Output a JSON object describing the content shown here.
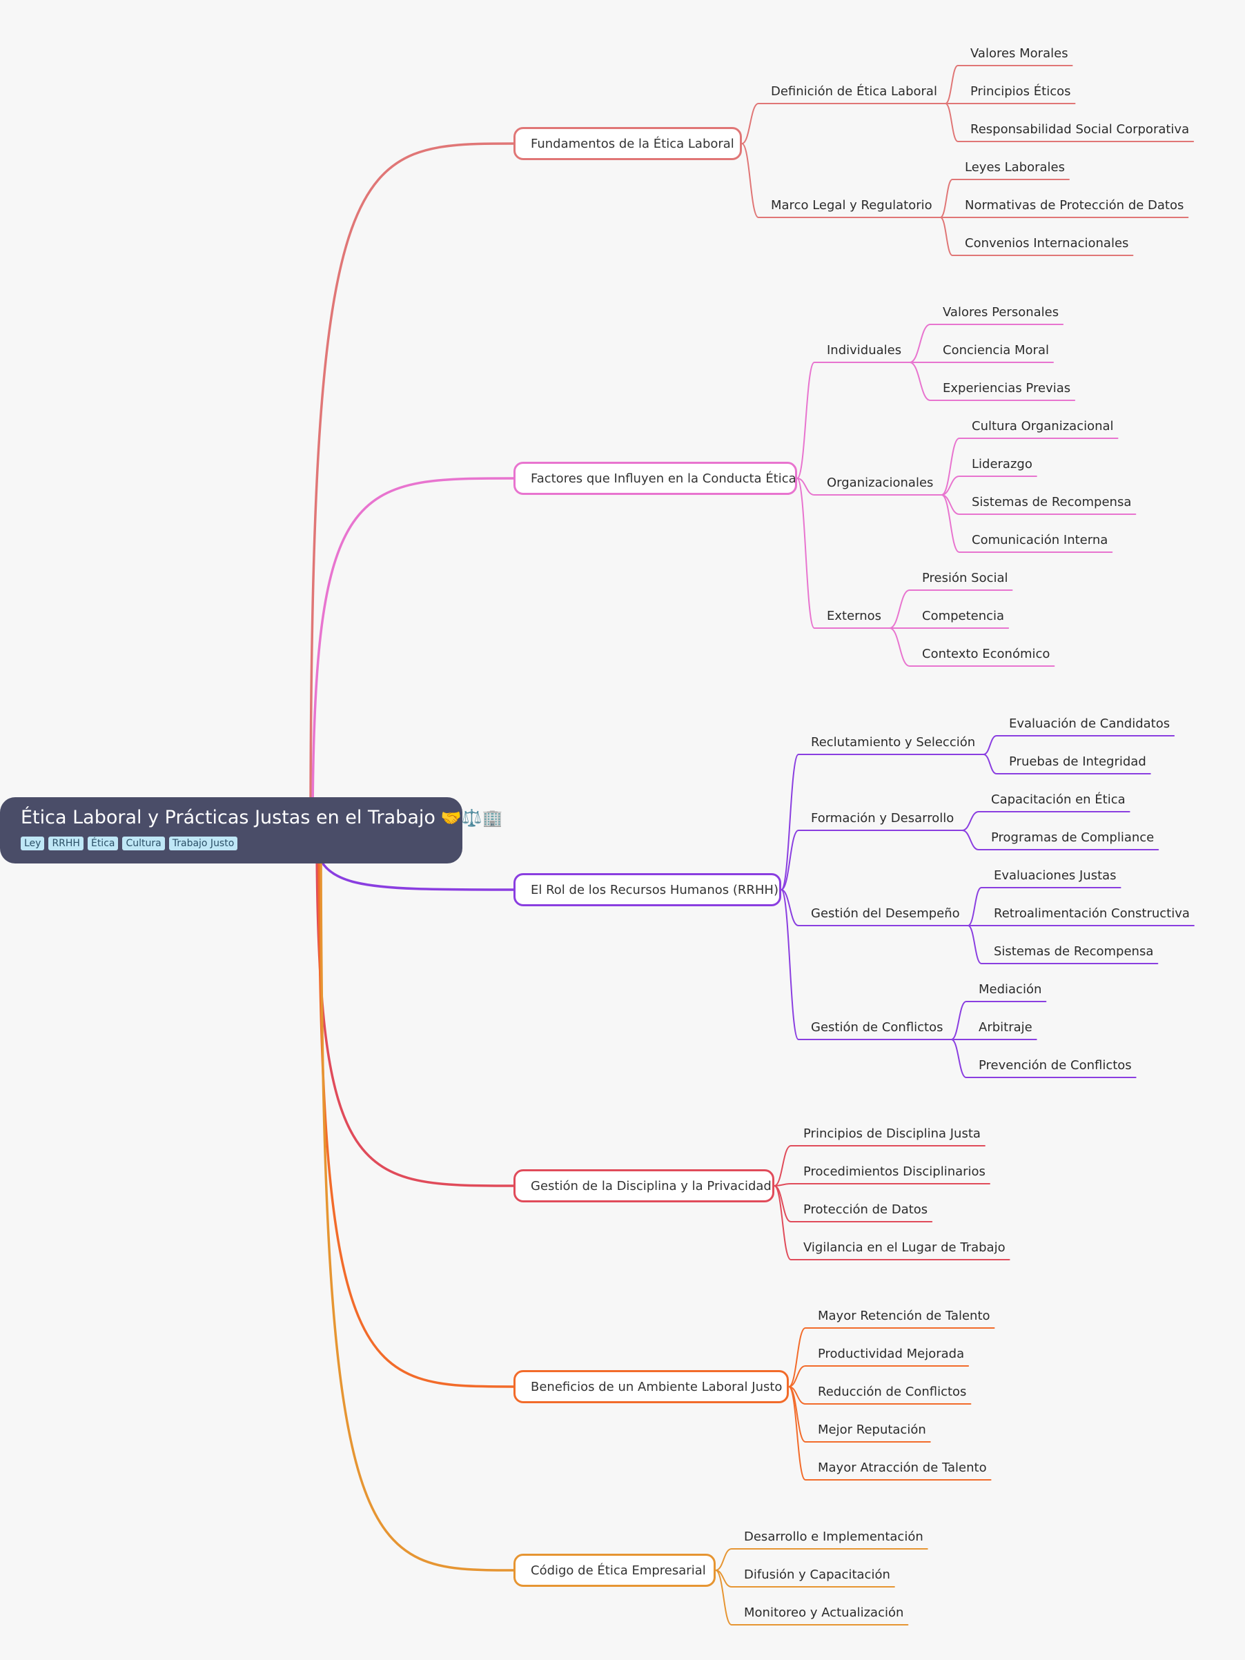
{
  "root": {
    "title": "Ética Laboral y Prácticas Justas en el Trabajo",
    "emoji": "🤝⚖️🏢",
    "tags": [
      "Ley",
      "RRHH",
      "Ética",
      "Cultura",
      "Trabajo Justo"
    ]
  },
  "branches": [
    {
      "label": "Fundamentos de la Ética Laboral",
      "color": "#e07676",
      "groups": [
        {
          "label": "Definición de Ética Laboral",
          "items": [
            "Valores Morales",
            "Principios Éticos",
            "Responsabilidad Social Corporativa"
          ]
        },
        {
          "label": "Marco Legal y Regulatorio",
          "items": [
            "Leyes Laborales",
            "Normativas de Protección de Datos",
            "Convenios Internacionales"
          ]
        }
      ]
    },
    {
      "label": "Factores que Influyen en la Conducta Ética",
      "color": "#e874cf",
      "groups": [
        {
          "label": "Individuales",
          "items": [
            "Valores Personales",
            "Conciencia Moral",
            "Experiencias Previas"
          ]
        },
        {
          "label": "Organizacionales",
          "items": [
            "Cultura Organizacional",
            "Liderazgo",
            "Sistemas de Recompensa",
            "Comunicación Interna"
          ]
        },
        {
          "label": "Externos",
          "items": [
            "Presión Social",
            "Competencia",
            "Contexto Económico"
          ]
        }
      ]
    },
    {
      "label": "El Rol de los Recursos Humanos (RRHH)",
      "color": "#8a3ee0",
      "groups": [
        {
          "label": "Reclutamiento y Selección",
          "items": [
            "Evaluación de Candidatos",
            "Pruebas de Integridad"
          ]
        },
        {
          "label": "Formación y Desarrollo",
          "items": [
            "Capacitación en Ética",
            "Programas de Compliance"
          ]
        },
        {
          "label": "Gestión del Desempeño",
          "items": [
            "Evaluaciones Justas",
            "Retroalimentación Constructiva",
            "Sistemas de Recompensa"
          ]
        },
        {
          "label": "Gestión de Conflictos",
          "items": [
            "Mediación",
            "Arbitraje",
            "Prevención de Conflictos"
          ]
        }
      ]
    },
    {
      "label": "Gestión de la Disciplina y la Privacidad",
      "color": "#e04b5a",
      "items": [
        "Principios de Disciplina Justa",
        "Procedimientos Disciplinarios",
        "Protección de Datos",
        "Vigilancia en el Lugar de Trabajo"
      ]
    },
    {
      "label": "Beneficios de un Ambiente Laboral Justo",
      "color": "#f26b2a",
      "items": [
        "Mayor Retención de Talento",
        "Productividad Mejorada",
        "Reducción de Conflictos",
        "Mejor Reputación",
        "Mayor Atracción de Talento"
      ]
    },
    {
      "label": "Código de Ética Empresarial",
      "color": "#e69532",
      "items": [
        "Desarrollo e Implementación",
        "Difusión y Capacitación",
        "Monitoreo y Actualización"
      ]
    }
  ]
}
